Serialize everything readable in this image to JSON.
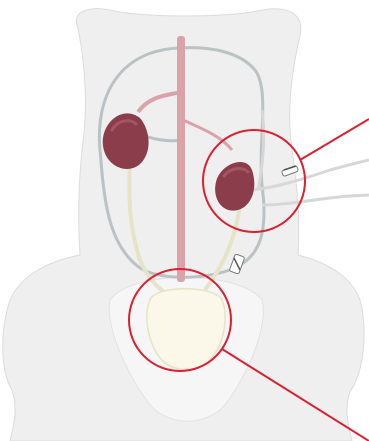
{
  "diagram": {
    "colors": {
      "background": "#ffffff",
      "body": "#efefef",
      "body_edge": "#dcdcdc",
      "vessel": "#b9c3c6",
      "aorta": "#d9a3a9",
      "kidney": "#8c3d4c",
      "kidney_highlight": "#a65463",
      "ureter": "#e6e3c9",
      "bladder": "#fbf8ea",
      "bladder_edge": "#e7e2c7",
      "callout": "#dd1f2f",
      "catheter": "#d7d7d7"
    },
    "parts": [
      "torso-silhouette",
      "pelvis",
      "aorta",
      "renal-vessels",
      "left-kidney",
      "transplanted-kidney",
      "ureters",
      "bladder",
      "catheter-tubes",
      "stent-clips"
    ],
    "callouts": [
      {
        "target": "transplanted-kidney",
        "direction": "upper-right"
      },
      {
        "target": "bladder",
        "direction": "lower-right"
      }
    ]
  }
}
